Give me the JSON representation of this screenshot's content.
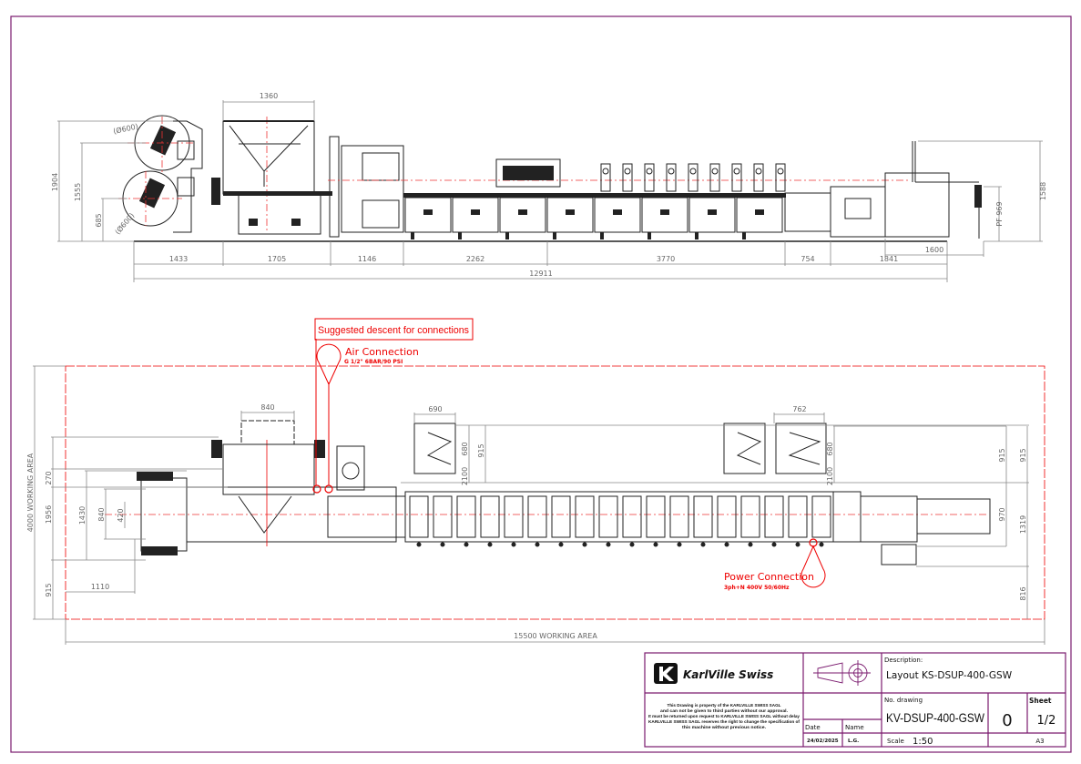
{
  "side_view": {
    "dims": {
      "top_width": "1360",
      "dia_upper": "(Ø600)",
      "dia_lower": "(Ø600)",
      "h_total": "1904",
      "h_upper_reel": "1555",
      "h_lower_reel": "685",
      "h_right": "1588",
      "pf_height": "PF 969",
      "seg": [
        "1433",
        "1705",
        "1146",
        "2262",
        "3770",
        "754",
        "1841"
      ],
      "conveyor": "1600",
      "total_length": "12911"
    }
  },
  "plan_view": {
    "suggested_descent": "Suggested descent for connections",
    "air": {
      "title": "Air Connection",
      "spec": "G 1/2\" 6BAR/90 PSI"
    },
    "power": {
      "title": "Power Connection",
      "spec": "3ph+N 400V 50/60Hz"
    },
    "working_area_height": "4000 WORKING AREA",
    "working_area_length": "15500 WORKING AREA",
    "dims": {
      "left_270": "270",
      "left_1956": "1956",
      "left_915": "915",
      "d_1430": "1430",
      "d_840_left": "840",
      "d_420": "420",
      "d_1110": "1110",
      "d_840_top": "840",
      "d_690": "690",
      "d_680_a": "680",
      "d_915_a": "915",
      "d_2100_a": "2100",
      "d_762": "762",
      "d_680_b": "680",
      "d_2100_b": "2100",
      "r_915_a": "915",
      "r_915_b": "915",
      "r_970": "970",
      "r_1319": "1319",
      "r_816": "816"
    }
  },
  "title_block": {
    "company": "KarlVille Swiss",
    "notice": [
      "This Drawing is property of the KARLVILLE SWISS SAGL",
      "and can not be given to third parties without our approval.",
      "It must be returned upon request to KARLVILLE SWISS SAGL without delay",
      "KARLVILLE SWISS SAGL reserves the right to change the specification of",
      "this machine without previous notice."
    ],
    "description_label": "Description:",
    "description": "Layout KS-DSUP-400-GSW",
    "drawing_no_label": "No. drawing",
    "drawing_no": "KV-DSUP-400-GSW",
    "revision": "0",
    "sheet_label": "Sheet",
    "sheet": "1/2",
    "date_label": "Date",
    "name_label": "Name",
    "date": "24/02/2025",
    "name": "L.G.",
    "scale_label": "Scale",
    "scale": "1:50",
    "format": "A3",
    "colors": {
      "frame": "#7a1a6e",
      "markup": "#e00000"
    }
  }
}
